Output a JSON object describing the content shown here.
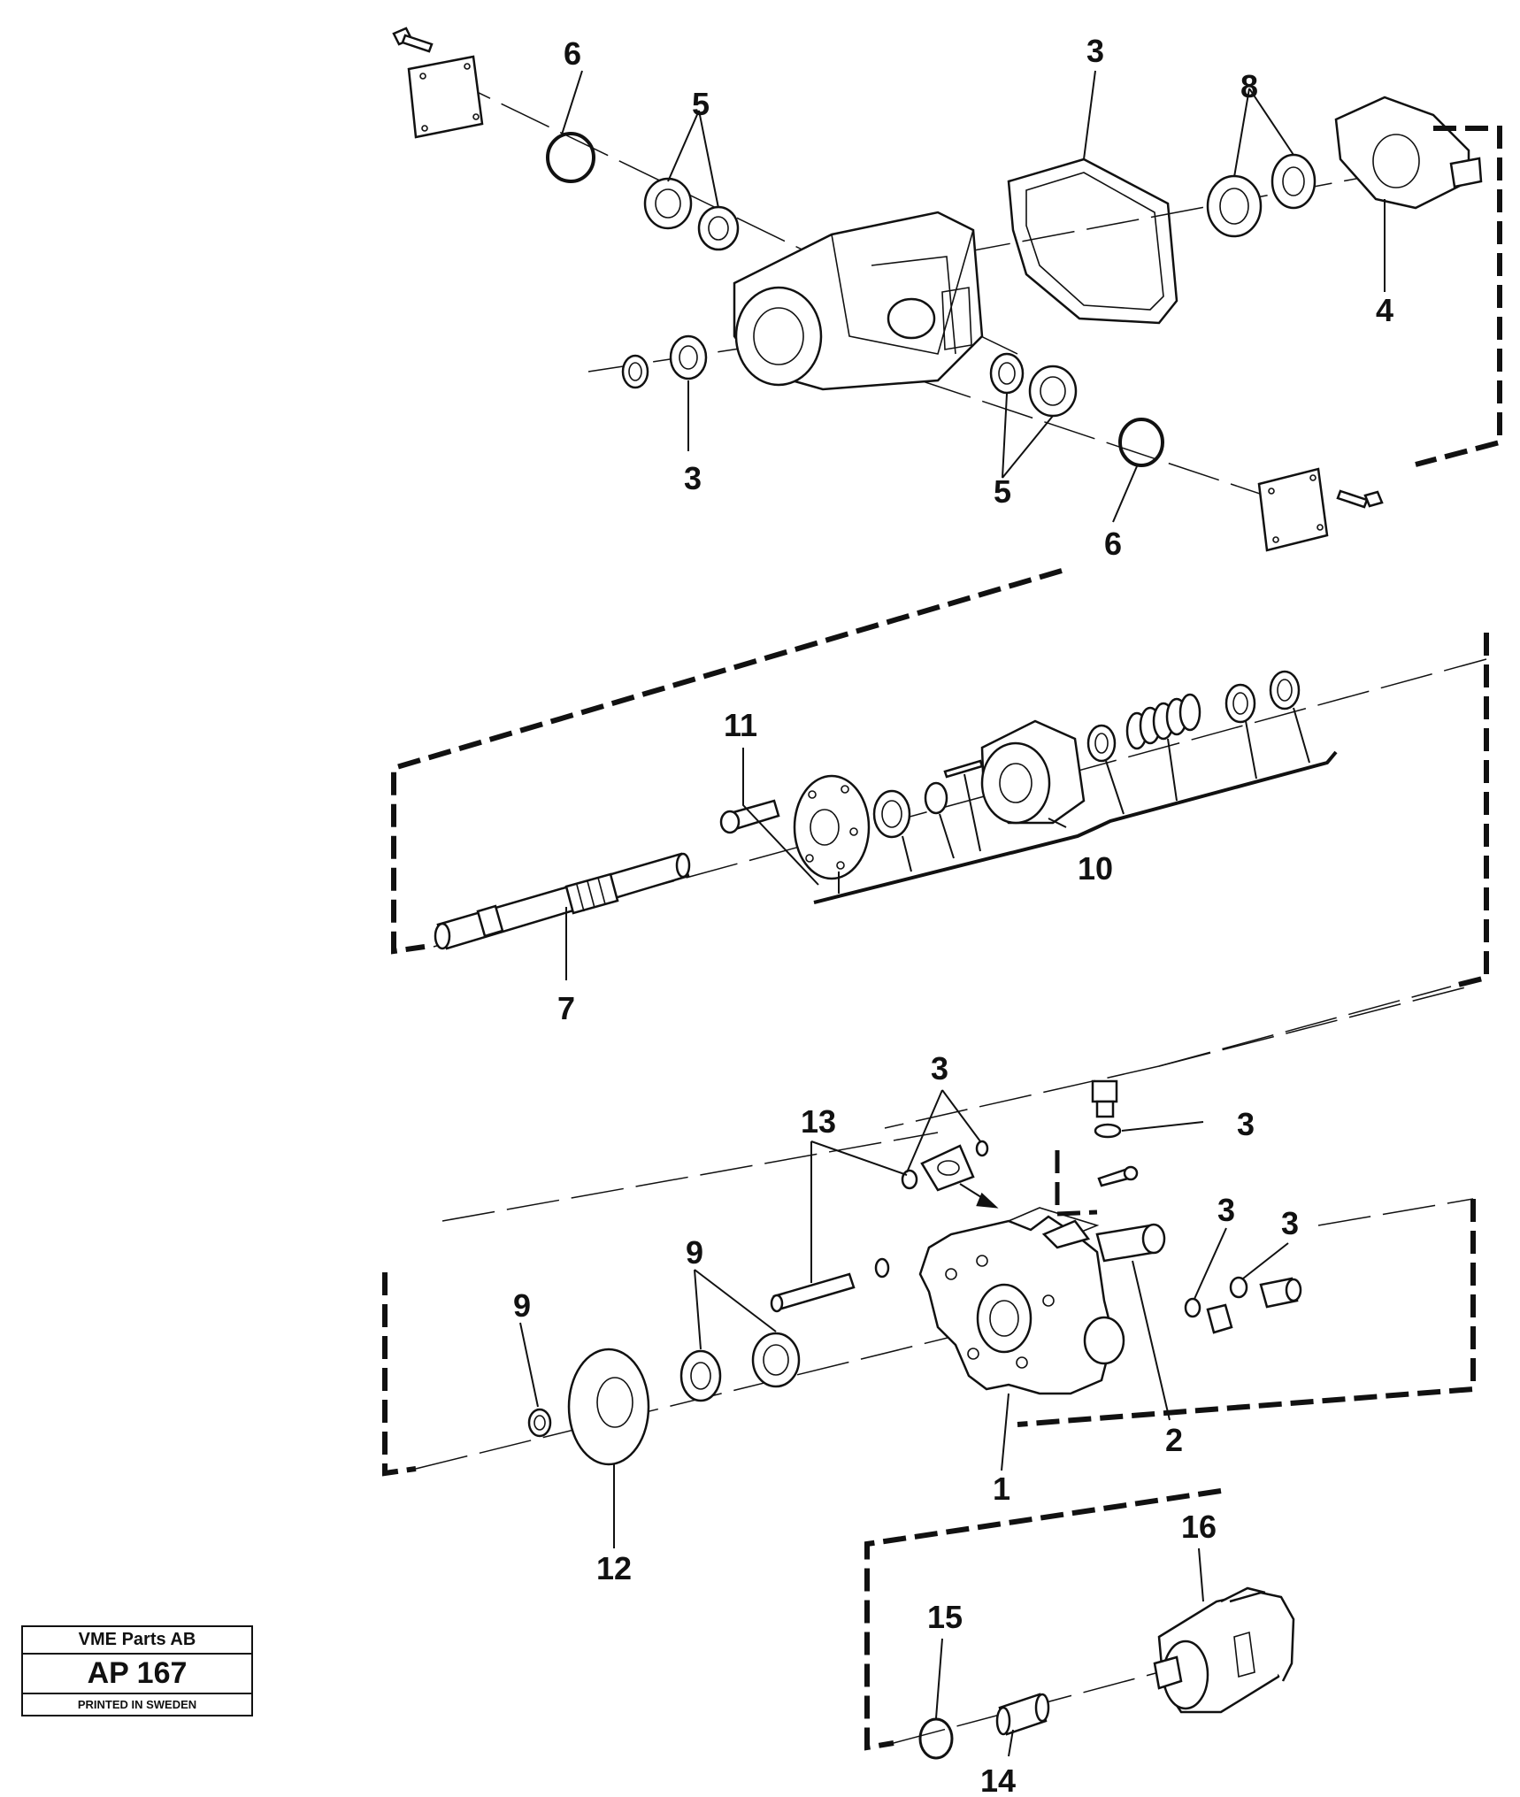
{
  "diagram": {
    "labels": {
      "l01": "6",
      "l02": "5",
      "l03": "3",
      "l04": "8",
      "l05": "4",
      "l06": "3",
      "l07": "5",
      "l08": "6",
      "l09": "11",
      "l10": "10",
      "l11": "7",
      "l12": "3",
      "l13": "13",
      "l14": "3",
      "l15": "9",
      "l16": "9",
      "l17": "3",
      "l18": "3",
      "l19": "2",
      "l20": "1",
      "l21": "12",
      "l22": "16",
      "l23": "15",
      "l24": "14"
    }
  },
  "stamp": {
    "company": "VME Parts AB",
    "code": "AP 167",
    "printed": "PRINTED IN SWEDEN"
  }
}
